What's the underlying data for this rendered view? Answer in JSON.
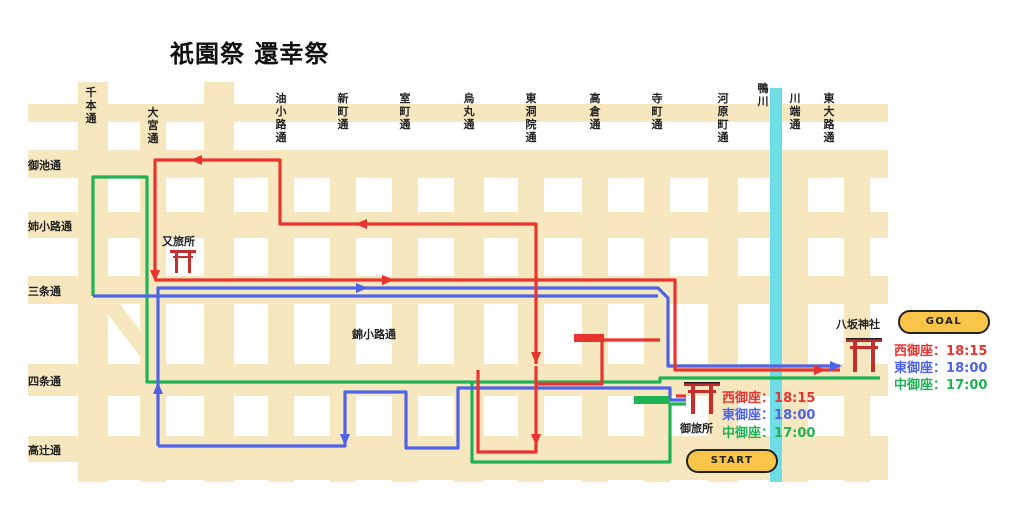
{
  "title": "祇園祭 還幸祭",
  "vertical_streets": [
    {
      "id": "senbon",
      "label": "千本通"
    },
    {
      "id": "omiya",
      "label": "大宮通"
    },
    {
      "id": "aburanokoji",
      "label": "油小路通"
    },
    {
      "id": "shinmachi",
      "label": "新町通"
    },
    {
      "id": "muromachi",
      "label": "室町通"
    },
    {
      "id": "karasuma",
      "label": "烏丸通"
    },
    {
      "id": "higashinotoin",
      "label": "東洞院通"
    },
    {
      "id": "takakura",
      "label": "高倉通"
    },
    {
      "id": "teramachi",
      "label": "寺町通"
    },
    {
      "id": "kawaramachi",
      "label": "河原町通"
    },
    {
      "id": "kamogawa",
      "label": "鴨川"
    },
    {
      "id": "kawabata",
      "label": "川端通"
    },
    {
      "id": "higashioji",
      "label": "東大路通"
    }
  ],
  "horizontal_streets": [
    {
      "id": "oike",
      "label": "御池通"
    },
    {
      "id": "aneyakoji",
      "label": "姉小路通"
    },
    {
      "id": "sanjo",
      "label": "三条通"
    },
    {
      "id": "shijo",
      "label": "四条通"
    },
    {
      "id": "takatsuji",
      "label": "高辻通"
    }
  ],
  "places": {
    "matatabisho": "又旅所",
    "nishikikoji": "錦小路通",
    "yasaka_shrine": "八坂神社",
    "otabisho": "御旅所"
  },
  "goal_label": "GOAL",
  "start_label": "START",
  "departures": [
    {
      "name": "西御座",
      "time": "18:15",
      "color": "#e8332f"
    },
    {
      "name": "東御座",
      "time": "18:00",
      "color": "#4f63e6"
    },
    {
      "name": "中御座",
      "time": "17:00",
      "color": "#1fb356"
    }
  ],
  "colors": {
    "street": "#f7e7bf",
    "river": "#6fdde6",
    "west": "#e8332f",
    "east": "#4f63e6",
    "central": "#1fb356",
    "torii": "#c62d2d",
    "badge": "#f8c548"
  },
  "icons": [
    "torii-icon"
  ]
}
